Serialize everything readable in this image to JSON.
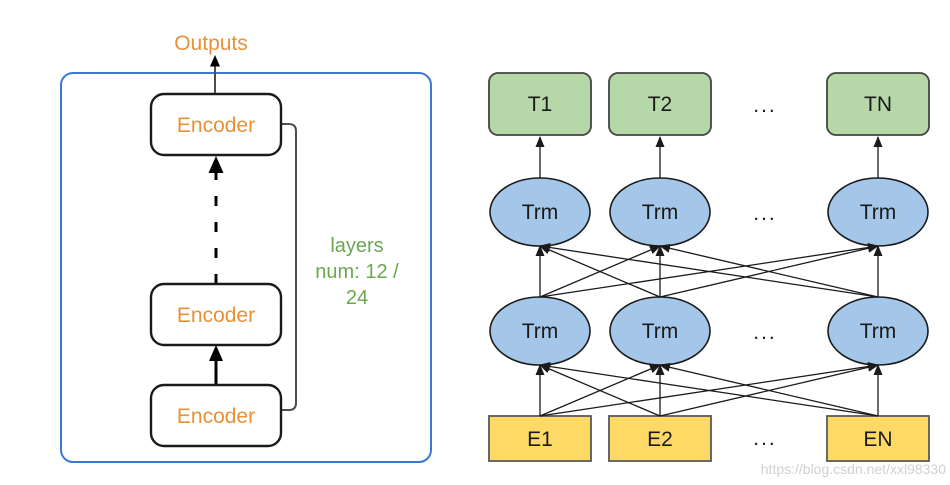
{
  "colors": {
    "orange_text": "#E69138",
    "container_border_blue": "#3C78D8",
    "green_text": "#6AA84F",
    "t_box_fill": "#B6D7A8",
    "t_box_border": "#434343",
    "trm_fill": "#A4C6E8",
    "trm_border": "#1a1a1a",
    "e_box_fill": "#FFD966",
    "e_box_border": "#595959",
    "encoder_box_border": "#1a1a1a",
    "arrow_color": "#1a1a1a",
    "watermark_color": "#cccccc"
  },
  "left_panel": {
    "outputs_label": "Outputs",
    "encoders": [
      {
        "label": "Encoder"
      },
      {
        "label": "Encoder"
      },
      {
        "label": "Encoder"
      }
    ],
    "layers_note": {
      "lines": [
        "layers",
        "num: 12 /",
        "24"
      ]
    }
  },
  "right_panel": {
    "ellipsis": "...",
    "t_row": [
      {
        "label": "T1"
      },
      {
        "label": "T2"
      },
      {
        "label": "TN"
      }
    ],
    "trm_upper_row": [
      {
        "label": "Trm"
      },
      {
        "label": "Trm"
      },
      {
        "label": "Trm"
      }
    ],
    "trm_lower_row": [
      {
        "label": "Trm"
      },
      {
        "label": "Trm"
      },
      {
        "label": "Trm"
      }
    ],
    "e_row": [
      {
        "label": "E1"
      },
      {
        "label": "E2"
      },
      {
        "label": "EN"
      }
    ]
  },
  "watermark": "https://blog.csdn.net/xxl98330"
}
